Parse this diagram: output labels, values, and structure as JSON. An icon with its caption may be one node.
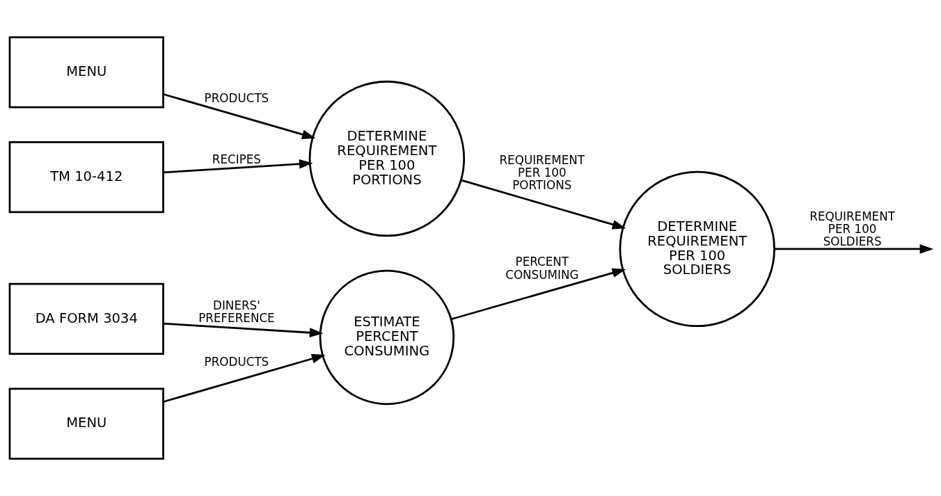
{
  "diagram": {
    "nodes": [
      {
        "text": [
          "MENU"
        ]
      },
      {
        "text": [
          "TM 10-412"
        ]
      },
      {
        "text": [
          "DETERMINE REQUIREMENT PER 100 PORTIONS"
        ]
      },
      {
        "text": [
          "DETERMINE REQUIREMENT PER 100 SOLDIERS"
        ]
      },
      {
        "text": [
          "MENU"
        ]
      },
      {
        "text": [
          "DA FORM 3034"
        ]
      },
      {
        "text": [
          "ESTIMATE PERCENT CONSUMING"
        ]
      }
    ],
    "edges": [
      {
        "from": 0,
        "to": 2,
        "arrow": "to",
        "label": "PRODUCTS"
      },
      {
        "from": 1,
        "to": 2,
        "arrow": "to",
        "label": "RECIPES"
      },
      {
        "from": 2,
        "to": 3,
        "arrow": "to",
        "label": "REQUIREMENT PER 100 PORTIONS"
      },
      {
        "from": 3,
        "to": null,
        "arrow": "to",
        "label": "REQUIREMENT PER 100 SOLDIERS"
      },
      {
        "from": 6,
        "to": 3,
        "arrow": "to",
        "label": "PERCENT CONSUMING"
      },
      {
        "from": 4,
        "to": 6,
        "arrow": "to",
        "label": "PRODUCTS"
      },
      {
        "from": 5,
        "to": 6,
        "arrow": "to",
        "label": "DINERS' PREFERENCE"
      }
    ]
  }
}
